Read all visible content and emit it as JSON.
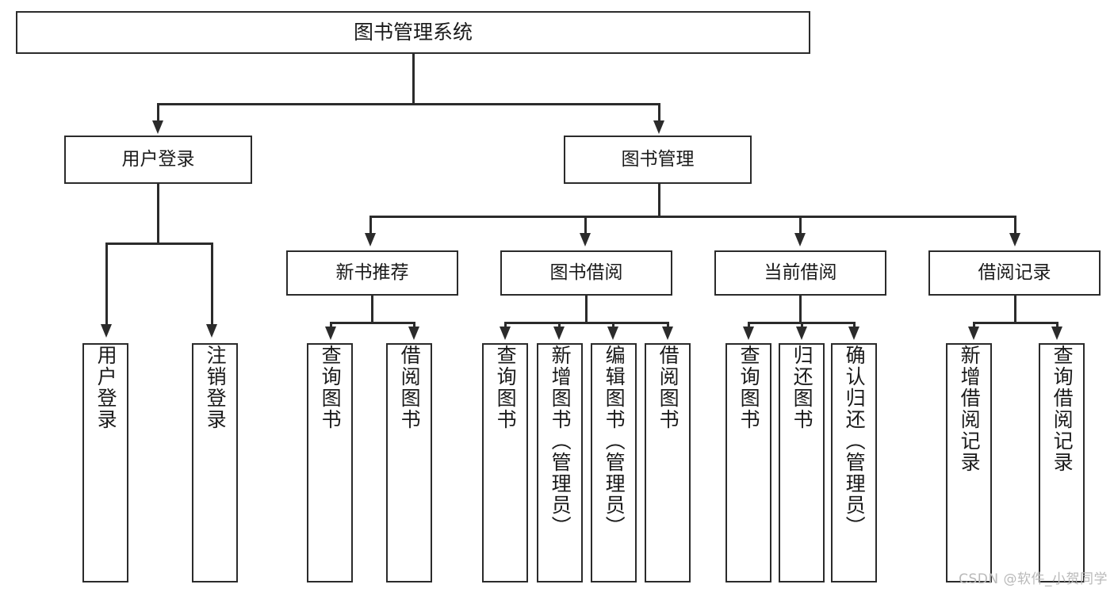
{
  "diagram": {
    "title": "图书管理系统",
    "type": "功能结构图",
    "watermark": "CSDN @软件_小贺同学",
    "colors": {
      "box_border": "#2b2b2b",
      "box_fill": "#ffffff",
      "connector": "#2b2b2b",
      "text": "#1a1a1a",
      "watermark": "#b9b9b9",
      "background": "#ffffff"
    }
  },
  "nodes": {
    "root": {
      "label": "图书管理系统"
    },
    "level2": [
      {
        "label": "用户登录"
      },
      {
        "label": "图书管理"
      }
    ],
    "level3": [
      {
        "label": "新书推荐"
      },
      {
        "label": "图书借阅"
      },
      {
        "label": "当前借阅"
      },
      {
        "label": "借阅记录"
      }
    ],
    "leaves": {
      "user_login": [
        {
          "label": "用户登录"
        },
        {
          "label": "注销登录"
        }
      ],
      "new_book_recommend": [
        {
          "label": "查询图书"
        },
        {
          "label": "借阅图书"
        }
      ],
      "book_borrow": [
        {
          "label": "查询图书"
        },
        {
          "label": "新增图书（管理员）"
        },
        {
          "label": "编辑图书（管理员）"
        },
        {
          "label": "借阅图书"
        }
      ],
      "current_borrow": [
        {
          "label": "查询图书"
        },
        {
          "label": "归还图书"
        },
        {
          "label": "确认归还（管理员）"
        }
      ],
      "borrow_record": [
        {
          "label": "新增借阅记录"
        },
        {
          "label": "查询借阅记录"
        }
      ]
    }
  }
}
